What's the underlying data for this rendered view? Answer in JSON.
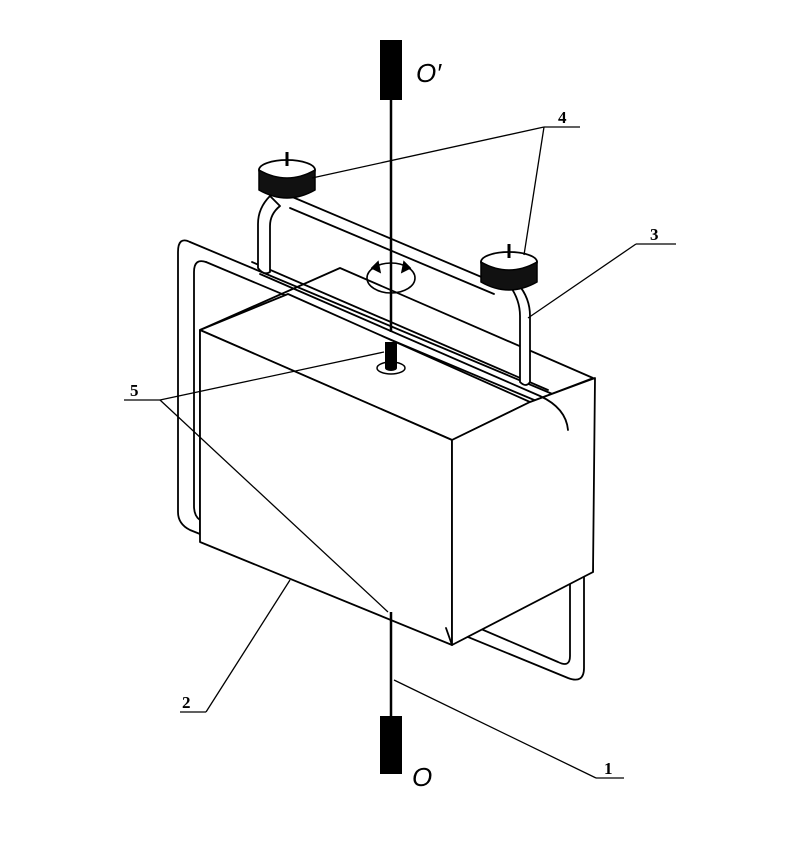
{
  "axis": {
    "top_label": "O′",
    "bottom_label": "O"
  },
  "callouts": {
    "wire": "1",
    "body": "2",
    "frame": "3",
    "weights": "4",
    "clamps": "5"
  },
  "colors": {
    "ink": "#000000",
    "paper": "#ffffff"
  }
}
